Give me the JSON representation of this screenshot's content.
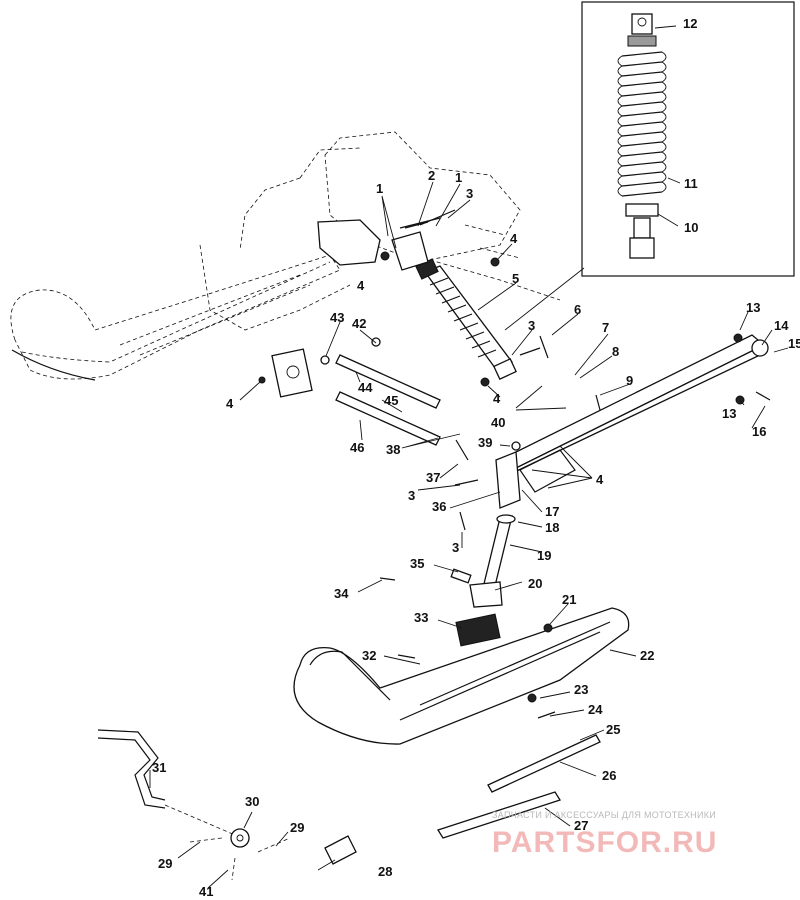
{
  "callouts": [
    {
      "id": "12",
      "label": "12"
    },
    {
      "id": "11",
      "label": "11"
    },
    {
      "id": "10",
      "label": "10"
    },
    {
      "id": "2",
      "label": "2"
    },
    {
      "id": "1a",
      "label": "1"
    },
    {
      "id": "1b",
      "label": "1"
    },
    {
      "id": "3a",
      "label": "3"
    },
    {
      "id": "4a",
      "label": "4"
    },
    {
      "id": "4b",
      "label": "4"
    },
    {
      "id": "5",
      "label": "5"
    },
    {
      "id": "6",
      "label": "6"
    },
    {
      "id": "7",
      "label": "7"
    },
    {
      "id": "8",
      "label": "8"
    },
    {
      "id": "9",
      "label": "9"
    },
    {
      "id": "3b",
      "label": "3"
    },
    {
      "id": "4c",
      "label": "4"
    },
    {
      "id": "40",
      "label": "40"
    },
    {
      "id": "13a",
      "label": "13"
    },
    {
      "id": "14",
      "label": "14"
    },
    {
      "id": "15",
      "label": "15"
    },
    {
      "id": "13b",
      "label": "13"
    },
    {
      "id": "16",
      "label": "16"
    },
    {
      "id": "43",
      "label": "43"
    },
    {
      "id": "42",
      "label": "42"
    },
    {
      "id": "4d",
      "label": "4"
    },
    {
      "id": "44",
      "label": "44"
    },
    {
      "id": "45",
      "label": "45"
    },
    {
      "id": "46",
      "label": "46"
    },
    {
      "id": "38",
      "label": "38"
    },
    {
      "id": "39",
      "label": "39"
    },
    {
      "id": "37",
      "label": "37"
    },
    {
      "id": "4e",
      "label": "4"
    },
    {
      "id": "3c",
      "label": "3"
    },
    {
      "id": "36",
      "label": "36"
    },
    {
      "id": "17",
      "label": "17"
    },
    {
      "id": "18",
      "label": "18"
    },
    {
      "id": "3d",
      "label": "3"
    },
    {
      "id": "19",
      "label": "19"
    },
    {
      "id": "35",
      "label": "35"
    },
    {
      "id": "20",
      "label": "20"
    },
    {
      "id": "34",
      "label": "34"
    },
    {
      "id": "21",
      "label": "21"
    },
    {
      "id": "33",
      "label": "33"
    },
    {
      "id": "22",
      "label": "22"
    },
    {
      "id": "32",
      "label": "32"
    },
    {
      "id": "23",
      "label": "23"
    },
    {
      "id": "24",
      "label": "24"
    },
    {
      "id": "25",
      "label": "25"
    },
    {
      "id": "26",
      "label": "26"
    },
    {
      "id": "31",
      "label": "31"
    },
    {
      "id": "30",
      "label": "30"
    },
    {
      "id": "29a",
      "label": "29"
    },
    {
      "id": "29b",
      "label": "29"
    },
    {
      "id": "27",
      "label": "27"
    },
    {
      "id": "28",
      "label": "28"
    },
    {
      "id": "41",
      "label": "41"
    }
  ],
  "watermark": {
    "caption": "ЗАПЧАСТИ И АКСЕССУАРЫ ДЛЯ МОТОТЕХНИКИ",
    "brand": "PARTSFOR.RU"
  }
}
